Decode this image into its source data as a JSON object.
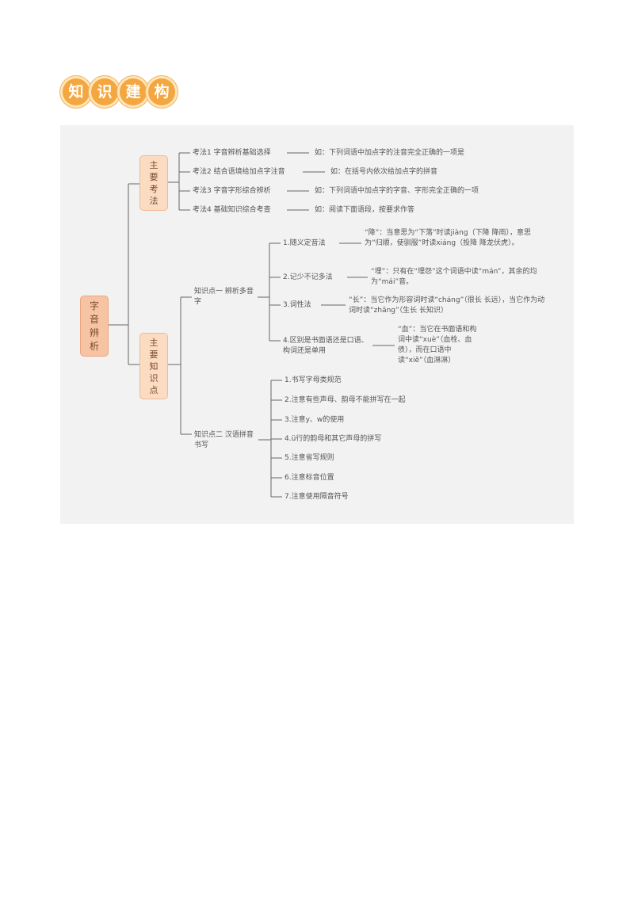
{
  "banner": {
    "chars": [
      "知",
      "识",
      "建",
      "构"
    ]
  },
  "root": {
    "label": "字音辨析"
  },
  "branch1": {
    "label": "主要考法"
  },
  "branch2": {
    "label": "主要知识点"
  },
  "methods": [
    {
      "label": "考法1 字音辨析基础选择",
      "example": "如：下列词语中加点字的注音完全正确的一项是"
    },
    {
      "label": "考法2 结合语境给加点字注音",
      "example": "如：在括号内依次给加点字的拼音"
    },
    {
      "label": "考法3 字音字形综合辨析",
      "example": "如：下列词语中加点字的字音、字形完全正确的一项"
    },
    {
      "label": "考法4 基础知识综合考查",
      "example": "如：阅读下面语段，按要求作答"
    }
  ],
  "kp1": {
    "label": "知识点一 辨析多音字",
    "items": [
      {
        "label": "1.随义定音法",
        "desc": "“降”：当意思为“下落”时读jiàng（下降 降雨），意思为“归顺，使驯服”时读xiáng（投降 降龙伏虎）。"
      },
      {
        "label": "2.记少不记多法",
        "desc": "“埋”：只有在“埋怨”这个词语中读“mán”，其余的均为“mái”音。"
      },
      {
        "label": "3.词性法",
        "desc": "“长”：当它作为形容词时读“cháng”（很长 长远），当它作为动词时读“zhǎng”（生长 长知识）"
      },
      {
        "label": "4.区别是书面语还是口语、构词还是单用",
        "desc": "“血”：当它在书面语和构词中读“xuè”（血栓、血债），而在口语中读“xiě”（血淋淋）"
      }
    ]
  },
  "kp2": {
    "label": "知识点二 汉语拼音书写",
    "items": [
      "1.书写字母类规范",
      "2.注意有些声母、韵母不能拼写在一起",
      "3.注意y、w的使用",
      "4.ü行的韵母和其它声母的拼写",
      "5.注意省写规则",
      "6.注意标音位置",
      "7.注意使用隔音符号"
    ]
  }
}
